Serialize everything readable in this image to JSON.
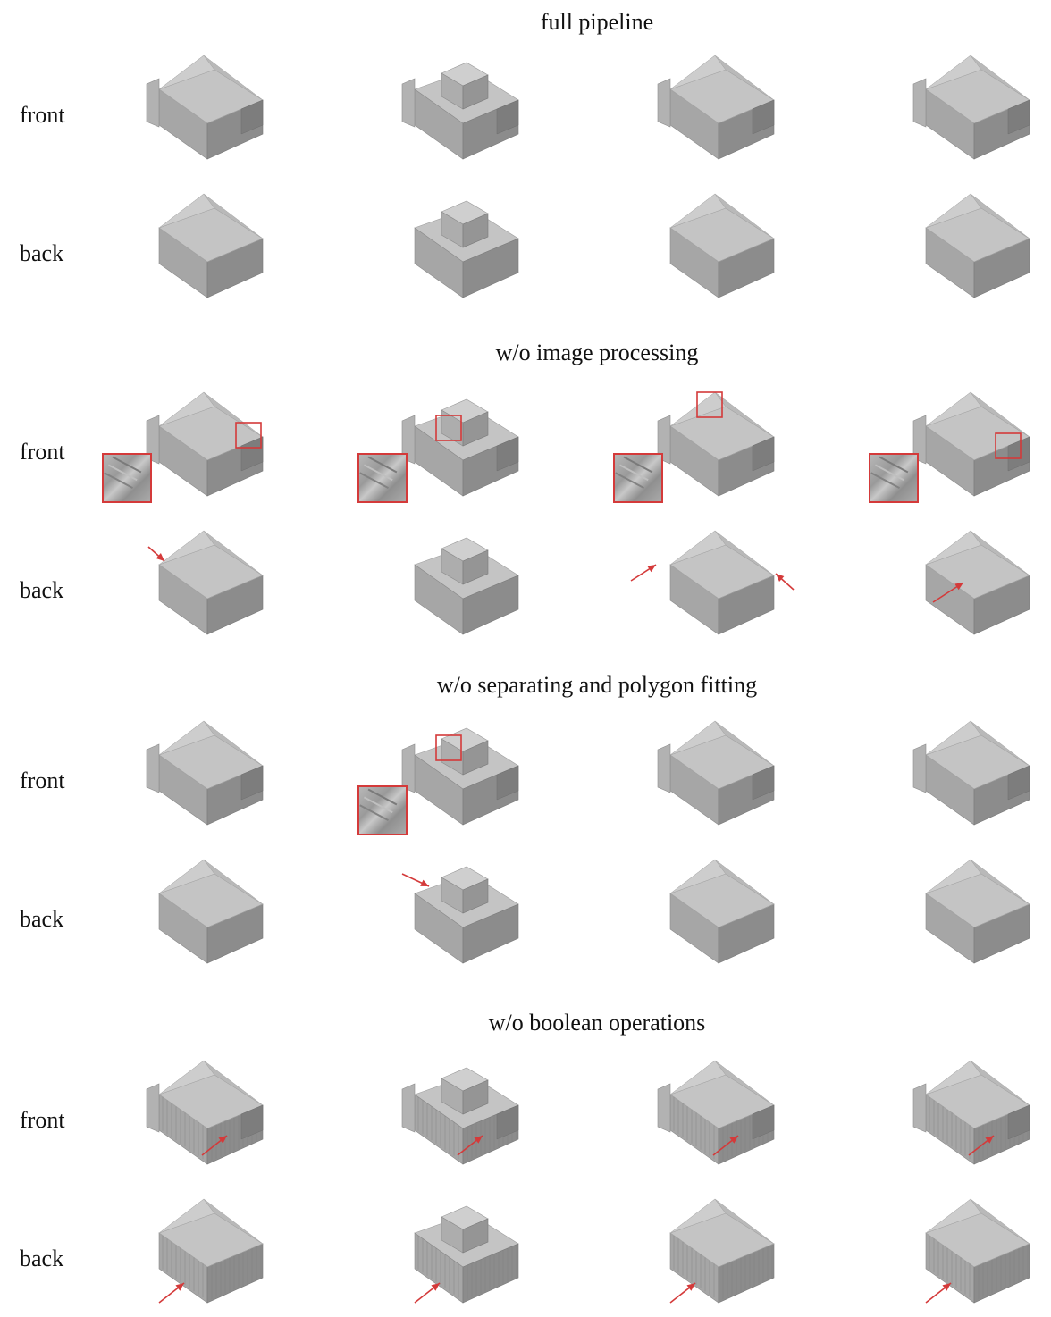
{
  "sections": [
    {
      "title": "full pipeline"
    },
    {
      "title": "w/o image processing"
    },
    {
      "title": "w/o separating and polygon fitting"
    },
    {
      "title": "w/o boolean operations"
    }
  ],
  "row_labels": {
    "front": "front",
    "back": "back"
  },
  "colors": {
    "mesh_top": "#c4c4c4",
    "mesh_left": "#a6a6a6",
    "mesh_right": "#8c8c8c",
    "annotation": "#d43a3a"
  },
  "icons": [
    "building-mesh-icon",
    "red-arrow-icon",
    "zoom-box-icon"
  ]
}
